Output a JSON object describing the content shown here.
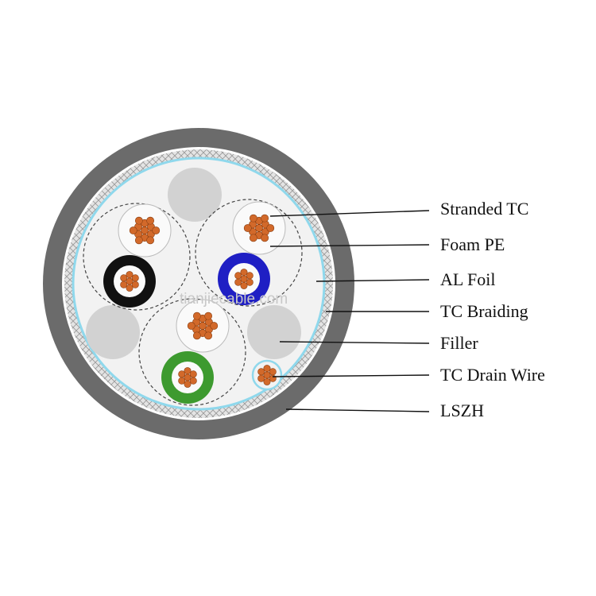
{
  "labels": {
    "stranded_tc": "Stranded TC",
    "foam_pe": "Foam PE",
    "al_foil": "AL Foil",
    "tc_braiding": "TC Braiding",
    "filler": "Filler",
    "tc_drain_wire": "TC Drain Wire",
    "lszh": "LSZH"
  },
  "watermark": "tianjiecable.com",
  "colors": {
    "jacket": "#6b6b6b",
    "braid": "#d8d8d8",
    "foil": "#8fd8ec",
    "core": "#f2f2f2",
    "filler": "#d2d2d2",
    "copper": "#d2692a",
    "insulation_black": "#111111",
    "insulation_blue": "#1f1fc4",
    "insulation_green": "#3d9a2f",
    "foam_pe": "#fafafa"
  }
}
